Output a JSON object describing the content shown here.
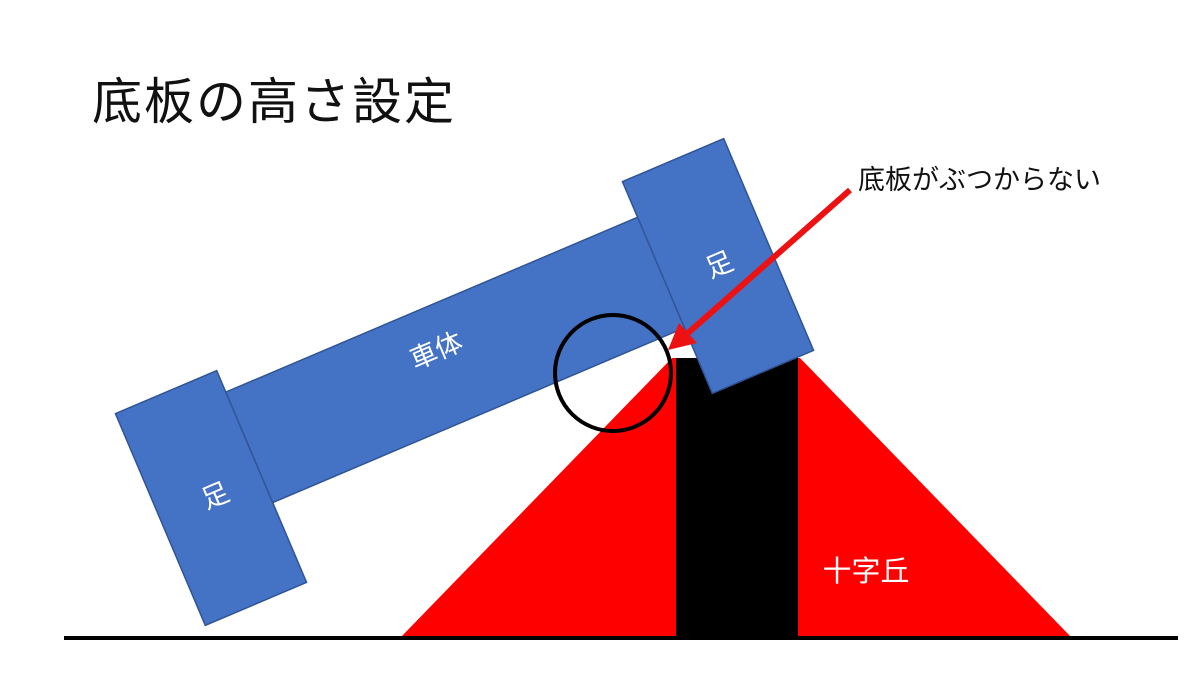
{
  "title": "底板の高さ設定",
  "callout": "底板がぶつからない",
  "labels": {
    "body": "車体",
    "leg_left": "足",
    "leg_right": "足",
    "hill": "十字丘"
  },
  "colors": {
    "robot_fill": "#4472c4",
    "robot_stroke": "#2f5597",
    "hill": "#ff0000",
    "pillar": "#000000",
    "arrow": "#ee1111",
    "ground": "#000000",
    "text_light": "#ffffff",
    "text_dark": "#111111"
  }
}
